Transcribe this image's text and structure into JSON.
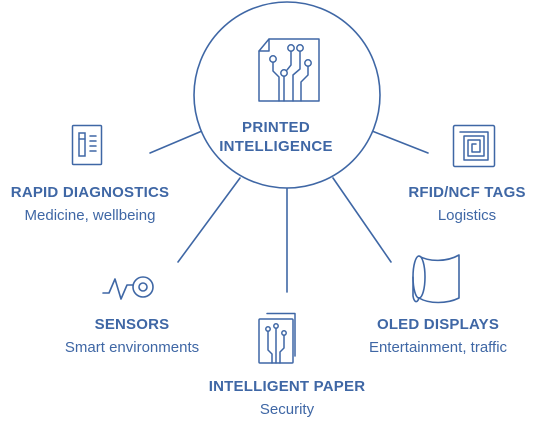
{
  "center": {
    "line1": "PRINTED",
    "line2": "INTELLIGENCE",
    "icon": "circuit-chip-icon"
  },
  "nodes": [
    {
      "id": "rapid-diagnostics",
      "title": "RAPID DIAGNOSTICS",
      "subtitle": "Medicine, wellbeing",
      "icon": "test-strip-icon"
    },
    {
      "id": "sensors",
      "title": "SENSORS",
      "subtitle": "Smart environments",
      "icon": "sensor-wave-icon"
    },
    {
      "id": "intelligent-paper",
      "title": "INTELLIGENT PAPER",
      "subtitle": "Security",
      "icon": "circuit-paper-icon"
    },
    {
      "id": "oled-displays",
      "title": "OLED DISPLAYS",
      "subtitle": "Entertainment, traffic",
      "icon": "flexible-display-icon"
    },
    {
      "id": "rfid-tags",
      "title": "RFID/NCF TAGS",
      "subtitle": "Logistics",
      "icon": "rfid-tag-icon"
    }
  ],
  "colors": {
    "primary": "#3f67a5",
    "background": "#ffffff"
  }
}
